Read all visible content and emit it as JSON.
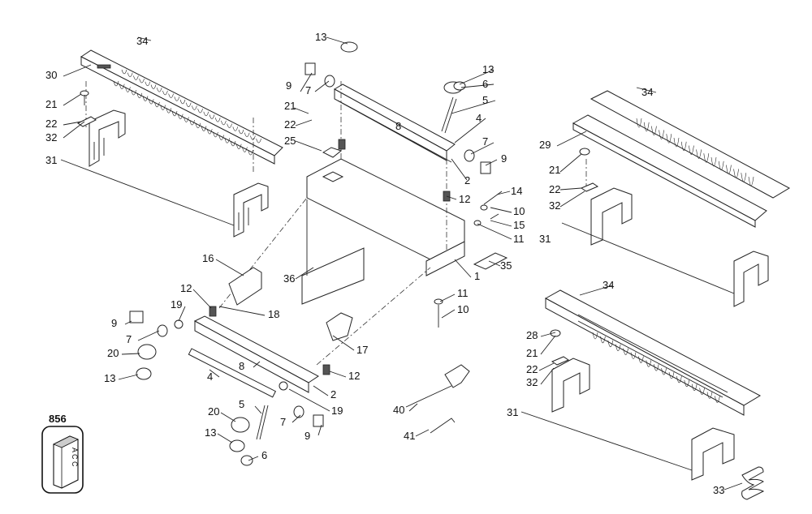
{
  "callouts": {
    "c1": "1",
    "c2a": "2",
    "c2b": "2",
    "c4a": "4",
    "c4b": "4",
    "c5a": "5",
    "c5b": "5",
    "c6a": "6",
    "c6b": "6",
    "c7a": "7",
    "c7b": "7",
    "c7c": "7",
    "c7d": "7",
    "c8a": "8",
    "c8b": "8",
    "c9a": "9",
    "c9b": "9",
    "c9c": "9",
    "c9d": "9",
    "c10a": "10",
    "c10b": "10",
    "c11a": "11",
    "c11b": "11",
    "c12a": "12",
    "c12b": "12",
    "c12c": "12",
    "c13a": "13",
    "c13b": "13",
    "c13c": "13",
    "c13d": "13",
    "c14": "14",
    "c15": "15",
    "c16": "16",
    "c17": "17",
    "c18": "18",
    "c19a": "19",
    "c19b": "19",
    "c20a": "20",
    "c20b": "20",
    "c21a": "21",
    "c21b": "21",
    "c21c": "21",
    "c21d": "21",
    "c22a": "22",
    "c22b": "22",
    "c22c": "22",
    "c22d": "22",
    "c25": "25",
    "c28": "28",
    "c29": "29",
    "c30": "30",
    "c31a": "31",
    "c31b": "31",
    "c31c": "31",
    "c32a": "32",
    "c32b": "32",
    "c32c": "32",
    "c33": "33",
    "c34a": "34",
    "c34b": "34",
    "c34c": "34",
    "c35": "35",
    "c36": "36",
    "c40": "40",
    "c41": "41"
  },
  "badge": {
    "number": "856",
    "text": "A C C"
  }
}
